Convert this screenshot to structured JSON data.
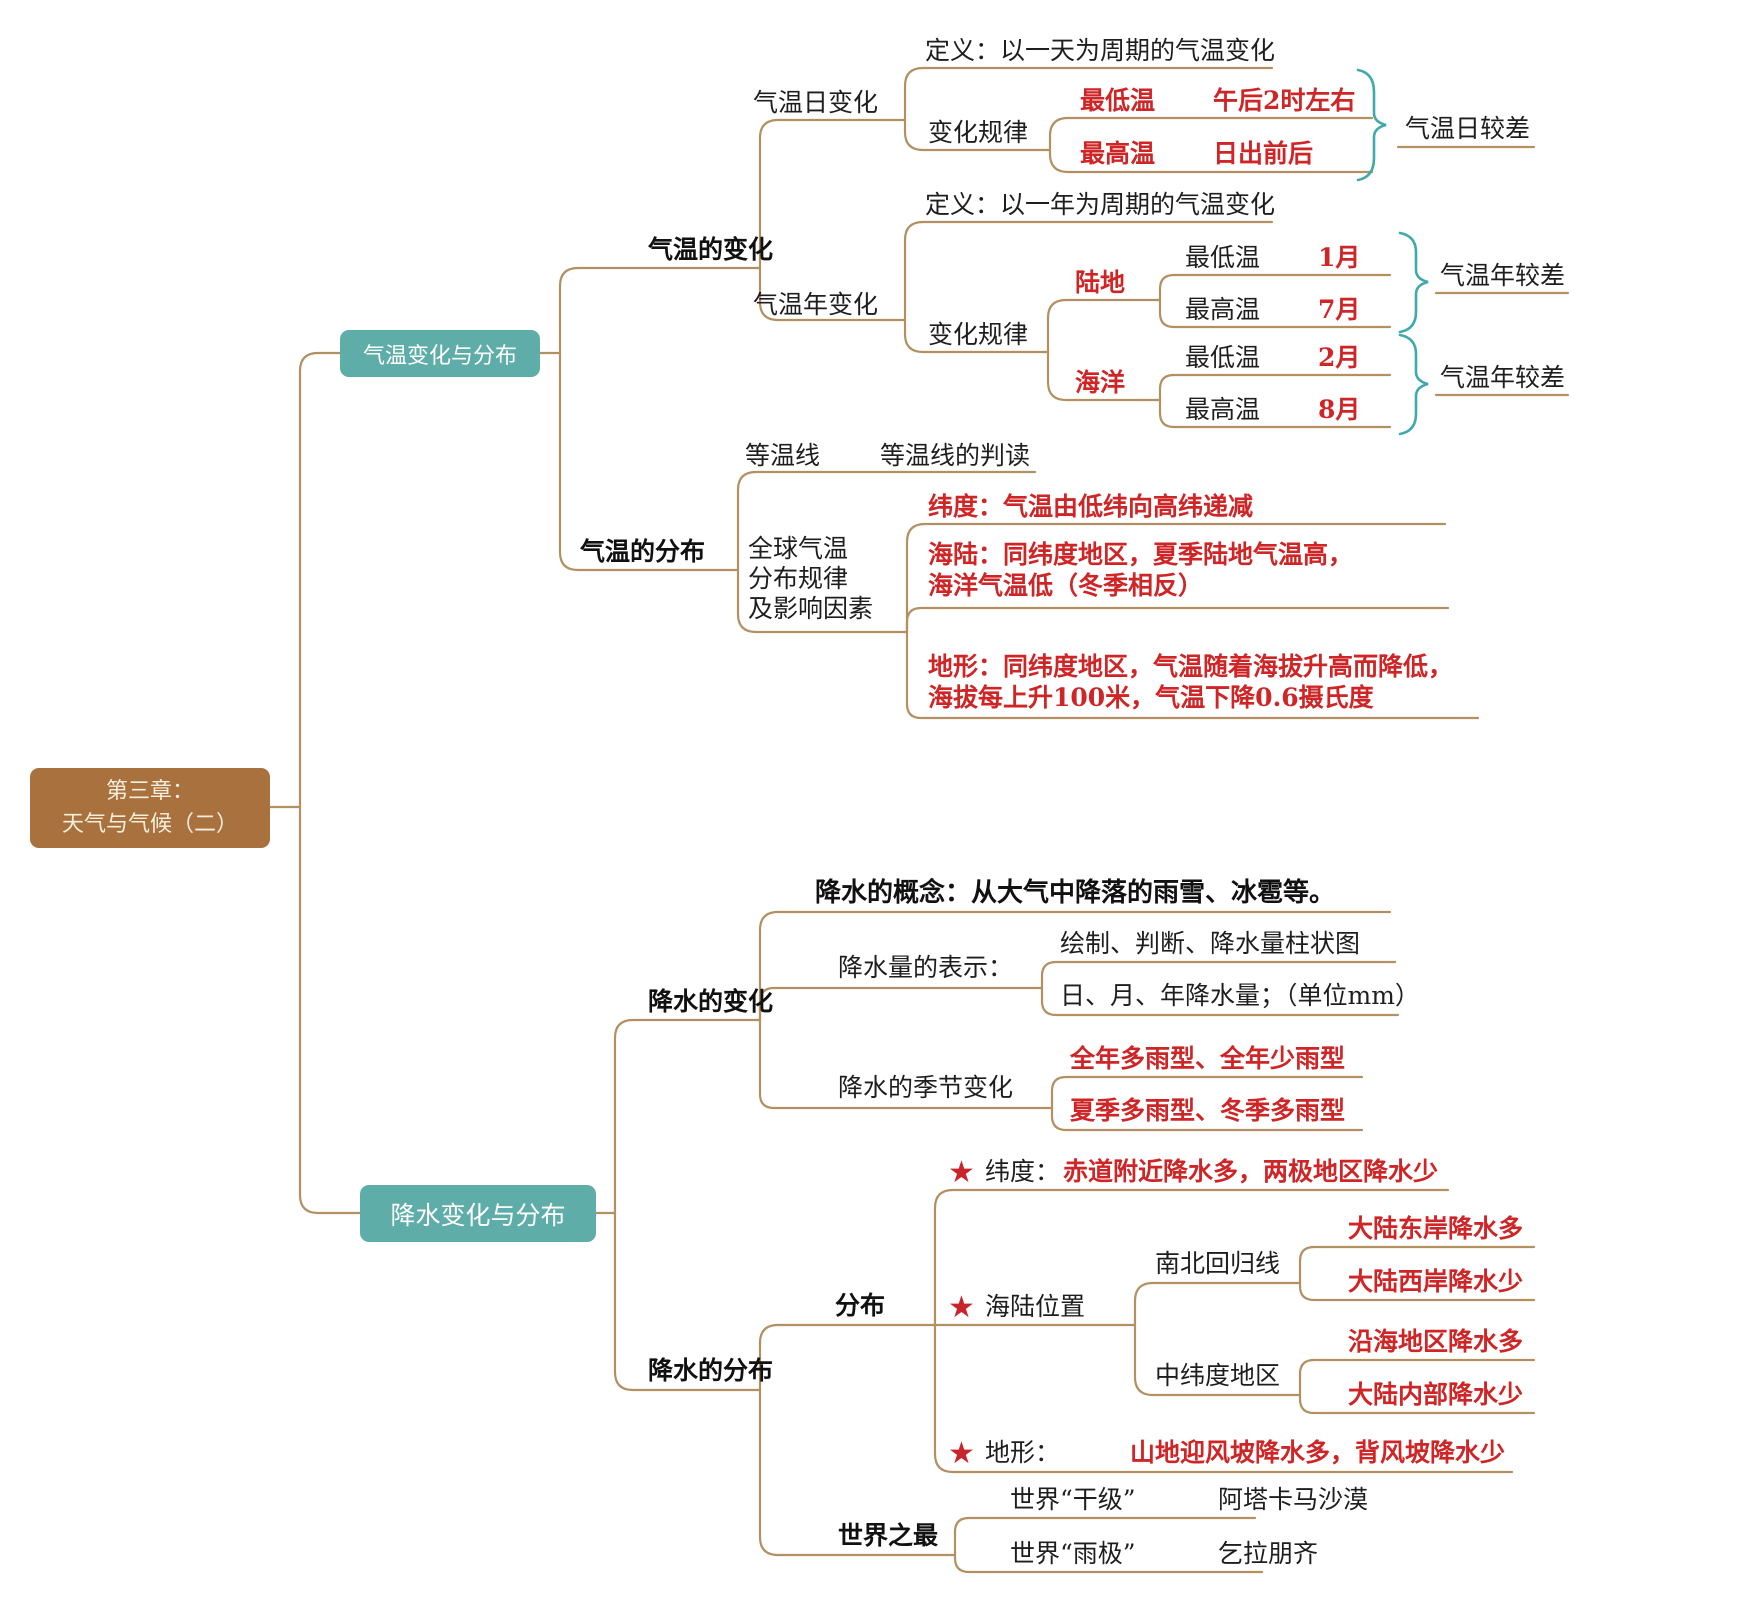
{
  "colors": {
    "line_tan": "#B39062",
    "node_red": "#CF2526",
    "brace_teal": "#3FA9AC",
    "branch_box_teal": "#5FADA8",
    "root_box_brown": "#A9713E"
  },
  "root": {
    "title": "第三章：\n天气与气候（二）"
  },
  "branch_temp": {
    "label": "气温变化与分布",
    "change": {
      "label": "气温的变化",
      "daily": {
        "label": "气温日变化",
        "definition": "定义：以一天为周期的气温变化",
        "pattern_label": "变化规律",
        "rows": [
          {
            "name": "最低温",
            "value": "午后2时左右"
          },
          {
            "name": "最高温",
            "value": "日出前后"
          }
        ],
        "range": "气温日较差"
      },
      "annual": {
        "label": "气温年变化",
        "definition": "定义：以一年为周期的气温变化",
        "pattern_label": "变化规律",
        "land": {
          "label": "陆地",
          "rows": [
            {
              "name": "最低温",
              "value": "1月"
            },
            {
              "name": "最高温",
              "value": "7月"
            }
          ],
          "range": "气温年较差"
        },
        "ocean": {
          "label": "海洋",
          "rows": [
            {
              "name": "最低温",
              "value": "2月"
            },
            {
              "name": "最高温",
              "value": "8月"
            }
          ],
          "range": "气温年较差"
        }
      }
    },
    "distribution": {
      "label": "气温的分布",
      "isotherm_label": "等温线",
      "isotherm_value": "等温线的判读",
      "global_label": "全球气温\n分布规律\n及影响因素",
      "factors": [
        "纬度：气温由低纬向高纬递减",
        "海陆：同纬度地区，夏季陆地气温高，\n海洋气温低（冬季相反）",
        "地形：同纬度地区，气温随着海拔升高而降低，\n海拔每上升100米，气温下降0.6摄氏度"
      ]
    }
  },
  "branch_precip": {
    "label": "降水变化与分布",
    "change": {
      "label": "降水的变化",
      "concept": "降水的概念：从大气中降落的雨雪、冰雹等。",
      "representation": {
        "label": "降水量的表示：",
        "items": [
          "绘制、判断、降水量柱状图",
          "日、月、年降水量；（单位mm）"
        ]
      },
      "seasonal": {
        "label": "降水的季节变化",
        "items": [
          "全年多雨型、全年少雨型",
          "夏季多雨型、冬季多雨型"
        ]
      }
    },
    "distribution": {
      "label": "降水的分布",
      "dist": {
        "label": "分布",
        "star": "★",
        "latitude_name": "纬度：",
        "latitude_value": "赤道附近降水多，两极地区降水少",
        "landsea_name": "海陆位置",
        "tropic": {
          "label": "南北回归线",
          "items": [
            "大陆东岸降水多",
            "大陆西岸降水少"
          ]
        },
        "midlat": {
          "label": "中纬度地区",
          "items": [
            "沿海地区降水多",
            "大陆内部降水少"
          ]
        },
        "terrain_name": "地形：",
        "terrain_value": "山地迎风坡降水多，背风坡降水少"
      },
      "records": {
        "label": "世界之最",
        "rows": [
          {
            "name": "世界“干级”",
            "value": "阿塔卡马沙漠"
          },
          {
            "name": "世界“雨极”",
            "value": "乞拉朋齐"
          }
        ]
      }
    }
  }
}
